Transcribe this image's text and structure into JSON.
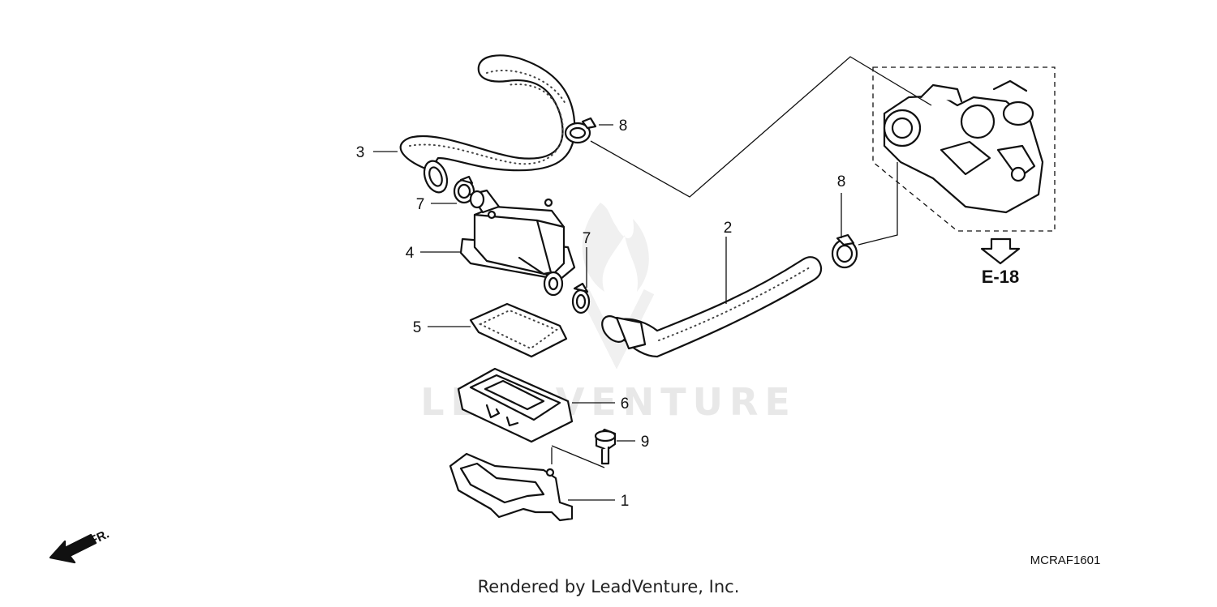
{
  "diagram": {
    "callouts": [
      "1",
      "2",
      "3",
      "4",
      "5",
      "6",
      "7",
      "7",
      "8",
      "8",
      "9"
    ],
    "reference_label": "E-18",
    "diagram_code": "MCRAF1601",
    "direction_label": "FR.",
    "watermark": "LEADVENTURE"
  },
  "footer": {
    "text": "Rendered by LeadVenture, Inc."
  }
}
